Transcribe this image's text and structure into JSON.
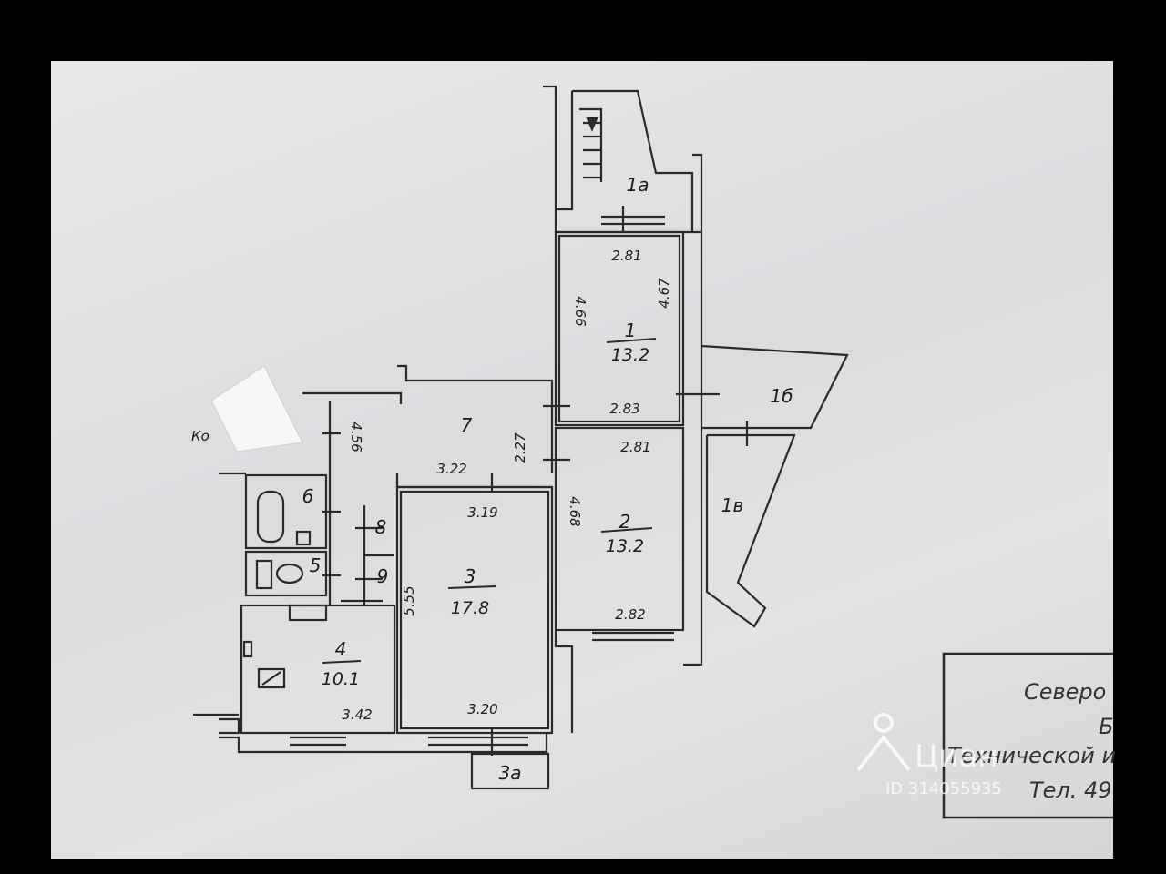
{
  "plan": {
    "rooms": [
      {
        "id": "1a",
        "number": "1а"
      },
      {
        "id": "1",
        "number": "1",
        "area": "13.2"
      },
      {
        "id": "1b",
        "number": "1б"
      },
      {
        "id": "1v",
        "number": "1в"
      },
      {
        "id": "2",
        "number": "2",
        "area": "13.2"
      },
      {
        "id": "3",
        "number": "3",
        "area": "17.8"
      },
      {
        "id": "3a",
        "number": "3а"
      },
      {
        "id": "4",
        "number": "4",
        "area": "10.1"
      },
      {
        "id": "5",
        "number": "5"
      },
      {
        "id": "6",
        "number": "6"
      },
      {
        "id": "7",
        "number": "7"
      },
      {
        "id": "8",
        "number": "8"
      },
      {
        "id": "9",
        "number": "9"
      }
    ],
    "dimensions": {
      "r1_top": "2.81",
      "r1_left": "4.66",
      "r1_right": "4.67",
      "r1_bottom": "2.83",
      "r2_top": "2.81",
      "r2_left": "4.68",
      "r2_bottom": "2.82",
      "r7_width": "3.22",
      "r7_height": "2.27",
      "corr_height": "4.56",
      "r3_top": "3.19",
      "r3_left": "5.55",
      "r3_bottom": "3.20",
      "r4_bottom": "3.42"
    },
    "side_note": "Ко"
  },
  "stamp": {
    "lines": [
      "Северо",
      "Б",
      "Технической и",
      "Тел. 49"
    ]
  },
  "watermark": {
    "brand": "Циан",
    "id": "ID 314055935"
  }
}
